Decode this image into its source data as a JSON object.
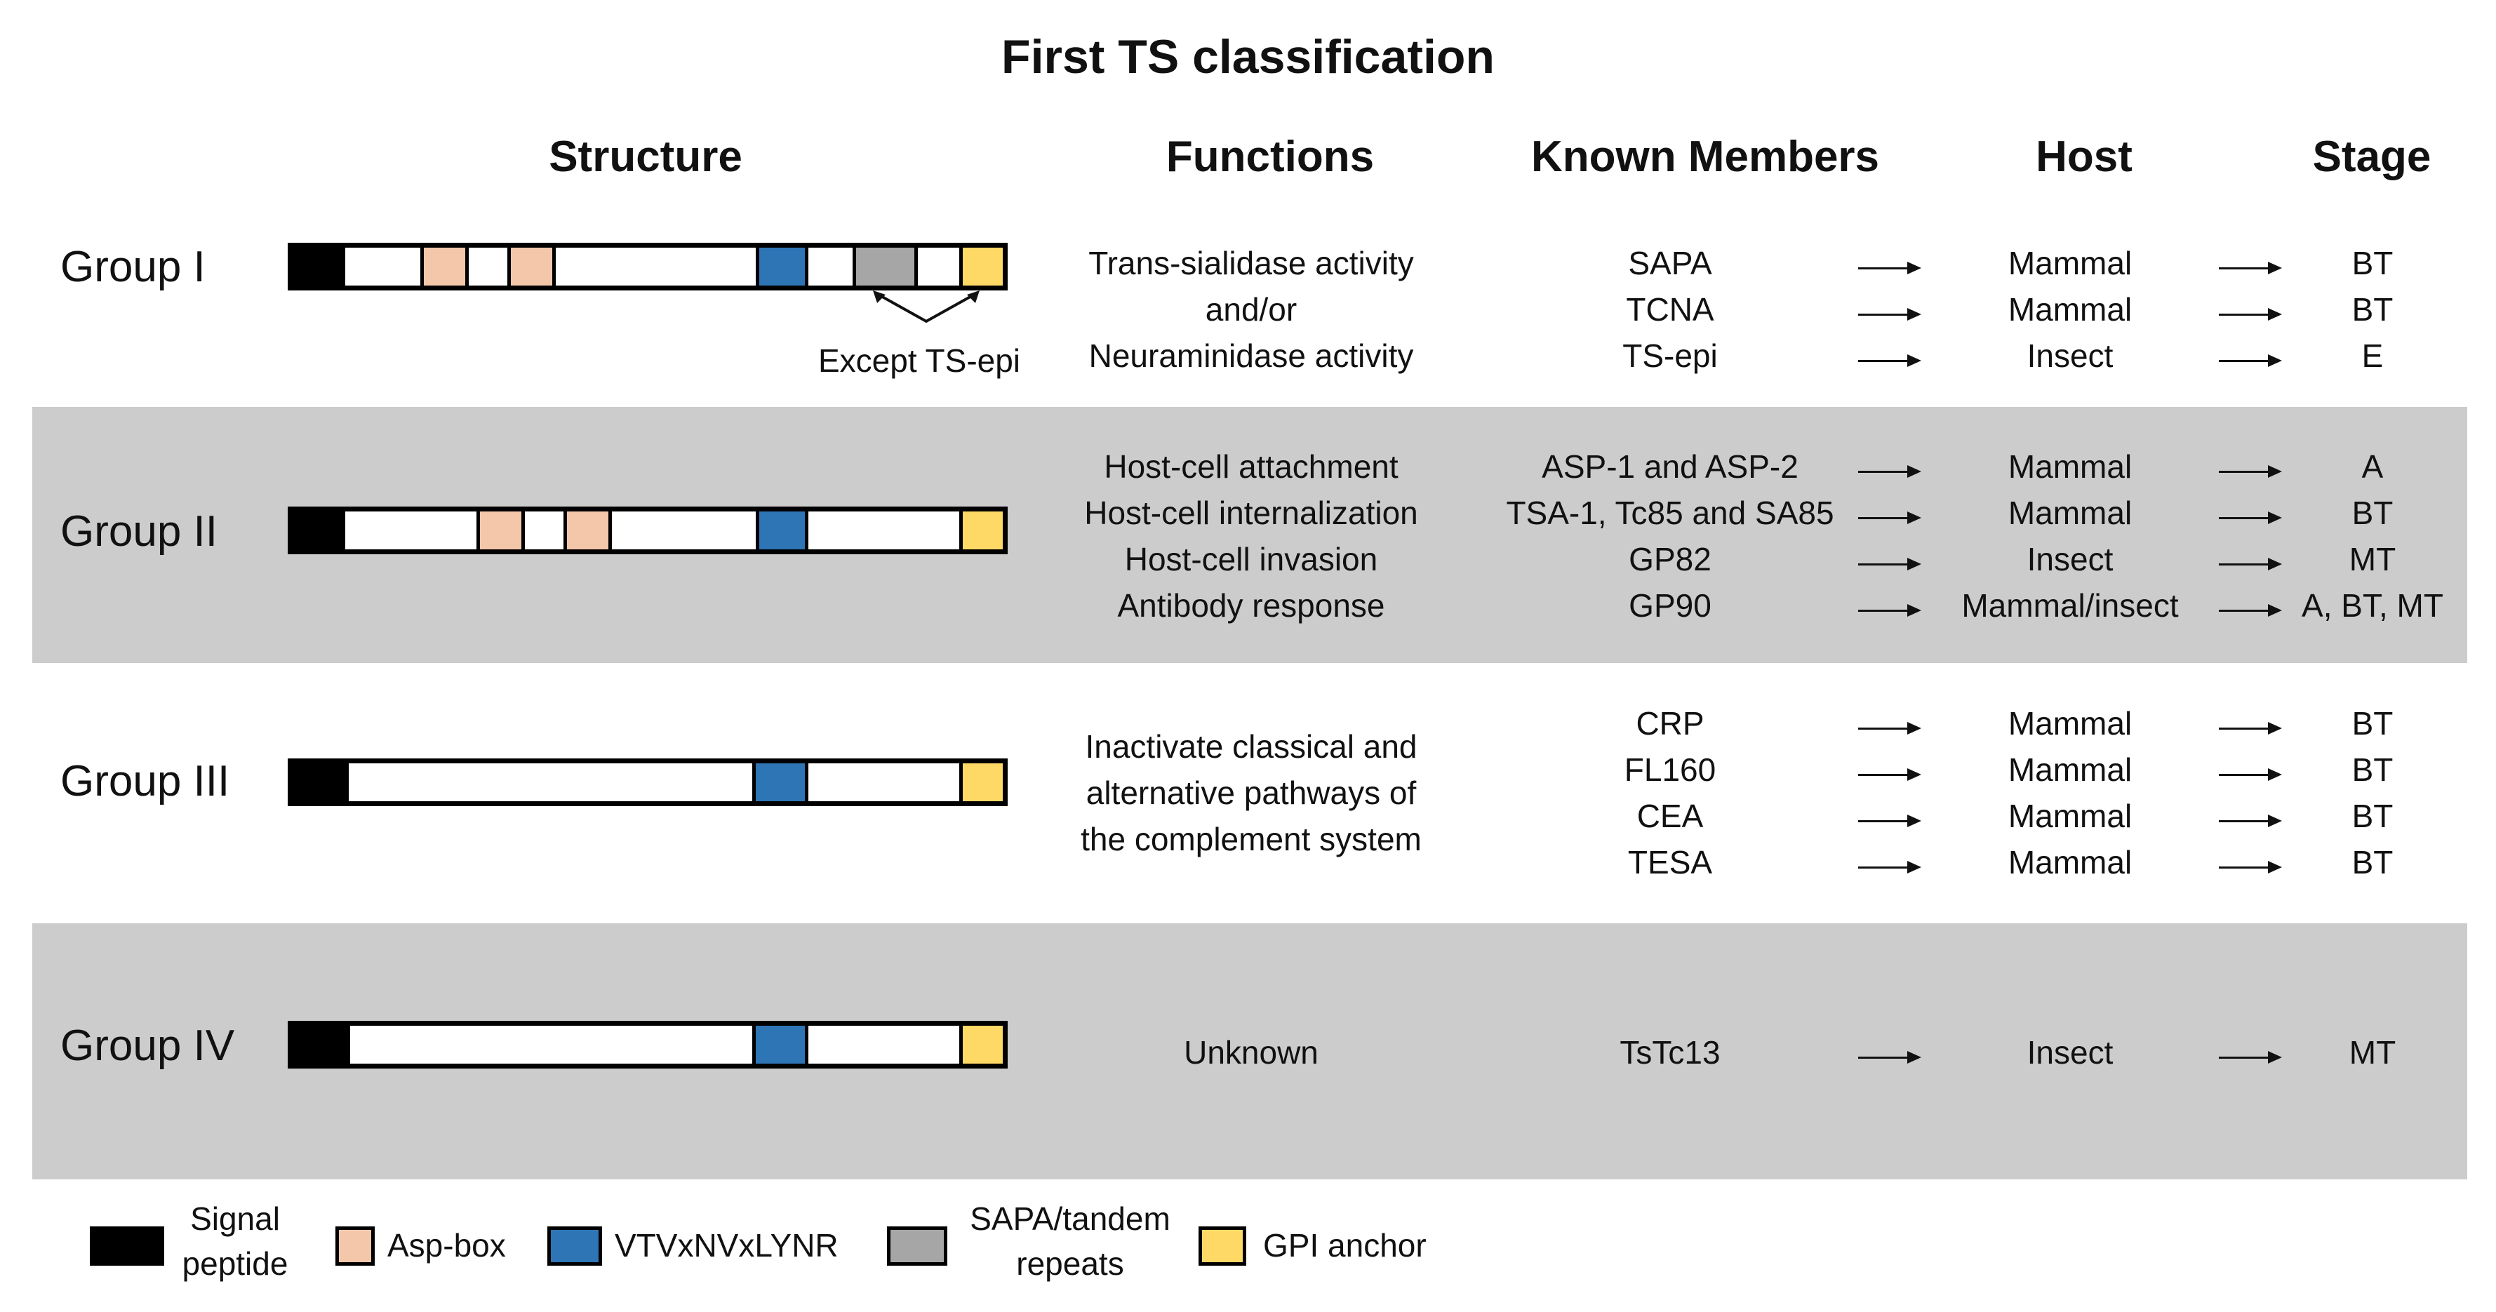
{
  "title": "First  TS classification",
  "headers": {
    "structure": "Structure",
    "functions": "Functions",
    "members": "Known Members",
    "host": "Host",
    "stage": "Stage"
  },
  "groups": [
    {
      "label": "Group I",
      "functions": [
        "Trans-sialidase activity",
        "and/or",
        "Neuraminidase activity"
      ],
      "members": [
        "SAPA",
        "TCNA",
        "TS-epi"
      ],
      "hosts": [
        "Mammal",
        "Mammal",
        "Insect"
      ],
      "stages": [
        "BT",
        "BT",
        "E"
      ],
      "note": "Except TS-epi"
    },
    {
      "label": "Group II",
      "functions": [
        "Host-cell attachment",
        "Host-cell internalization",
        "Host-cell invasion",
        "Antibody response"
      ],
      "members": [
        "ASP-1 and ASP-2",
        "TSA-1, Tc85 and SA85",
        "GP82",
        "GP90"
      ],
      "hosts": [
        "Mammal",
        "Mammal",
        "Insect",
        "Mammal/insect"
      ],
      "stages": [
        "A",
        "BT",
        "MT",
        "A, BT, MT"
      ]
    },
    {
      "label": "Group III",
      "functions": [
        "Inactivate classical and",
        "alternative pathways of",
        "the complement system"
      ],
      "members": [
        "CRP",
        "FL160",
        "CEA",
        "TESA"
      ],
      "hosts": [
        "Mammal",
        "Mammal",
        "Mammal",
        "Mammal"
      ],
      "stages": [
        "BT",
        "BT",
        "BT",
        "BT"
      ]
    },
    {
      "label": "Group IV",
      "functions": [
        "Unknown"
      ],
      "members": [
        "TsTc13"
      ],
      "hosts": [
        "Insect"
      ],
      "stages": [
        "MT"
      ]
    }
  ],
  "legend": [
    {
      "label_lines": [
        "Signal",
        "peptide"
      ],
      "color": "#000000"
    },
    {
      "label_lines": [
        "Asp-box"
      ],
      "color": "#f4c7aa"
    },
    {
      "label_lines": [
        "VTVxNVxLYNR"
      ],
      "color": "#2e75b6"
    },
    {
      "label_lines": [
        "SAPA/tandem",
        "repeats"
      ],
      "color": "#a6a6a6"
    },
    {
      "label_lines": [
        "GPI anchor"
      ],
      "color": "#ffd966"
    }
  ],
  "colors": {
    "band": "#cccccc",
    "signal_peptide": "#000000",
    "asp_box": "#f4c7aa",
    "vtv_motif": "#2e75b6",
    "sapa_repeats": "#a6a6a6",
    "gpi_anchor": "#ffd966"
  }
}
